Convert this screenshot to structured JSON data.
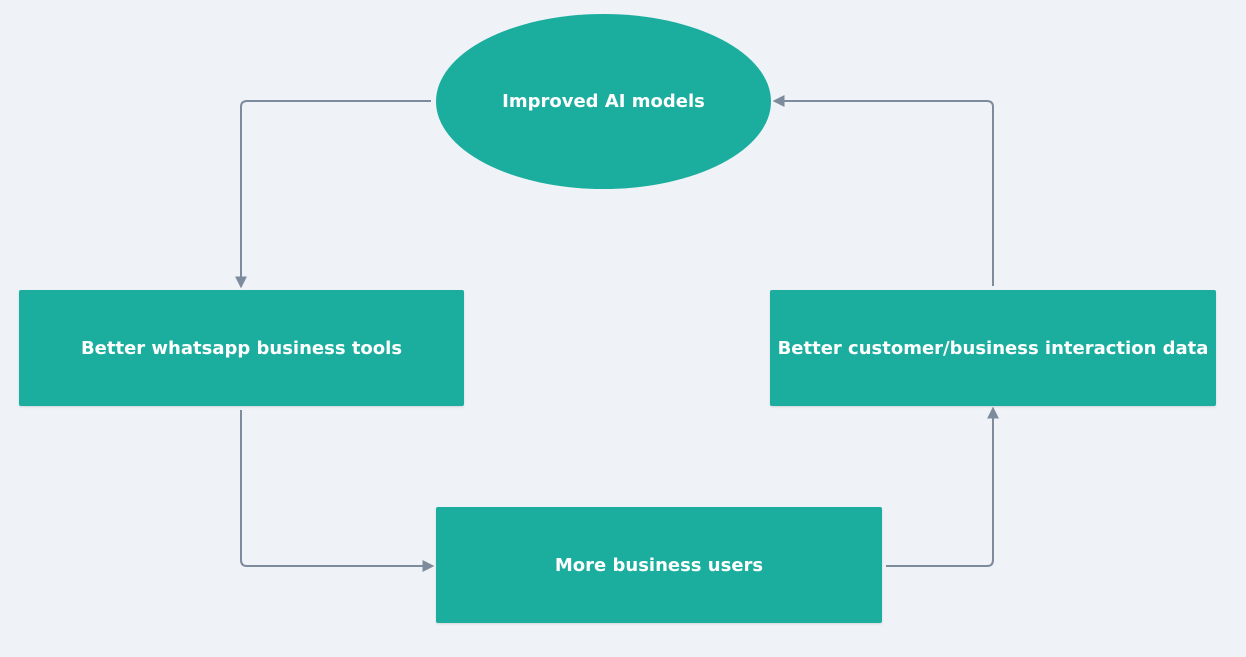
{
  "diagram": {
    "background": "#eff3f7",
    "node_color": "#1bae9f",
    "connector_color": "#7e8b9c",
    "nodes": {
      "improved_ai": {
        "label": "Improved AI models",
        "shape": "ellipse"
      },
      "whatsapp_tools": {
        "label": "Better whatsapp business tools",
        "shape": "rectangle"
      },
      "interaction_data": {
        "label": "Better customer/business interaction data",
        "shape": "rectangle"
      },
      "business_users": {
        "label": "More business users",
        "shape": "rectangle"
      }
    },
    "edges": [
      {
        "from": "improved_ai",
        "to": "whatsapp_tools"
      },
      {
        "from": "whatsapp_tools",
        "to": "business_users"
      },
      {
        "from": "business_users",
        "to": "interaction_data"
      },
      {
        "from": "interaction_data",
        "to": "improved_ai"
      }
    ]
  }
}
